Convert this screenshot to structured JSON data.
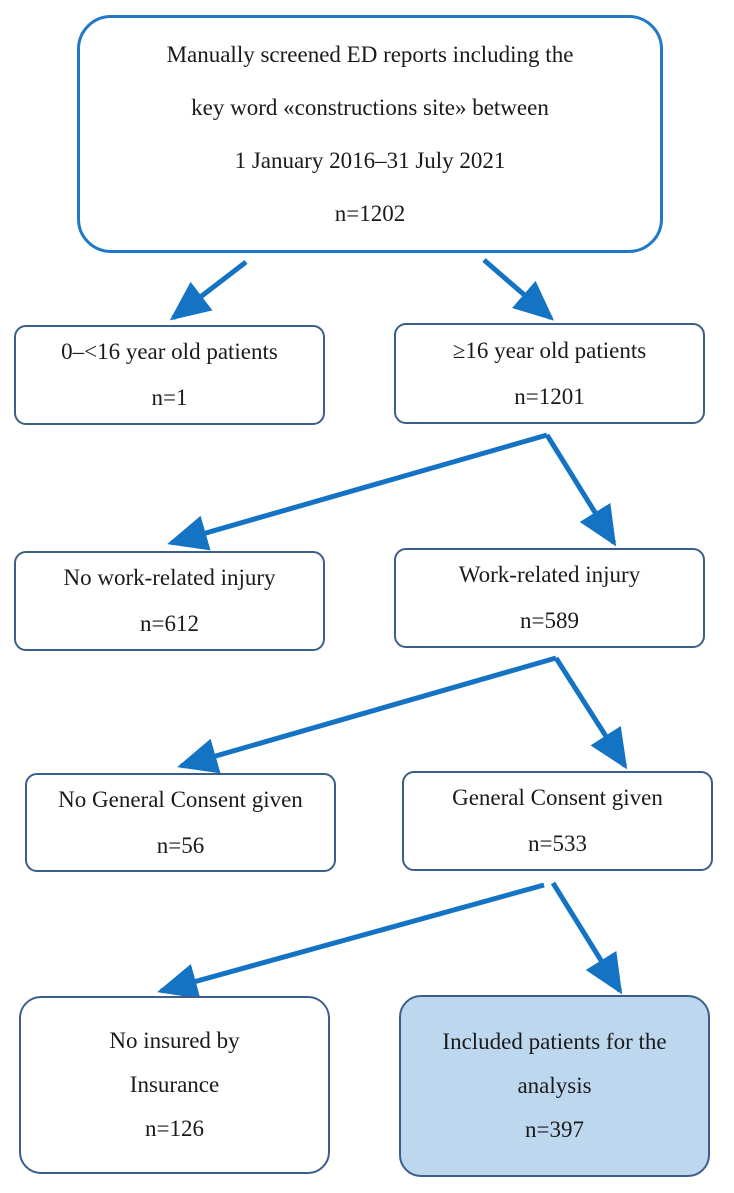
{
  "nodes": {
    "screened": {
      "lines": [
        "Manually screened ED reports including the",
        "key word «constructions site» between",
        "1 January 2016–31 July 2021",
        "n=1202"
      ]
    },
    "under16": {
      "lines": [
        "0–<16 year old patients",
        "n=1"
      ]
    },
    "over16": {
      "lines": [
        "≥16 year old patients",
        "n=1201"
      ]
    },
    "no_work": {
      "lines": [
        "No work-related injury",
        "n=612"
      ]
    },
    "work": {
      "lines": [
        "Work-related injury",
        "n=589"
      ]
    },
    "no_consent": {
      "lines": [
        "No General Consent given",
        "n=56"
      ]
    },
    "consent": {
      "lines": [
        "General Consent given",
        "n=533"
      ]
    },
    "not_insured": {
      "lines": [
        "No insured by",
        "Insurance",
        "n=126"
      ]
    },
    "included": {
      "lines": [
        "Included patients for the",
        "analysis",
        "n=397"
      ]
    }
  },
  "colors": {
    "arrow": "#1573c4",
    "highlight_fill": "#bdd7ee",
    "box_border": "#3b5f8a",
    "top_border": "#1f78c8"
  }
}
